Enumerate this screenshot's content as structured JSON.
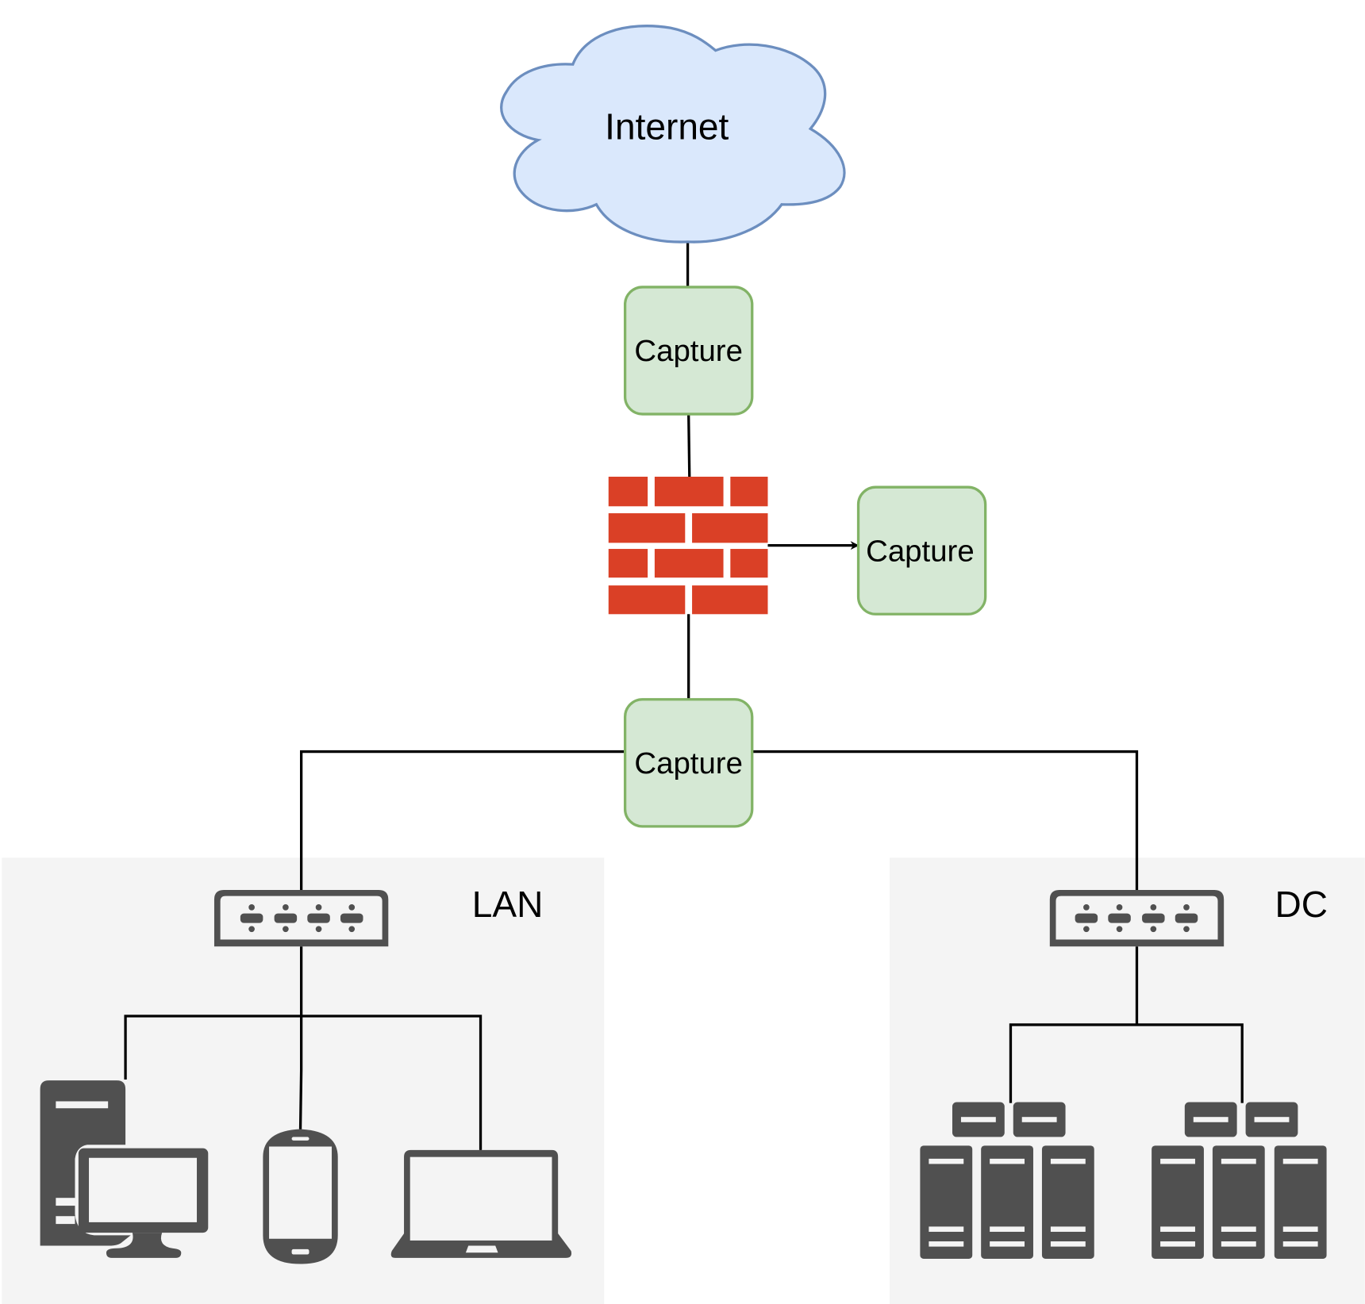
{
  "diagram": {
    "title": "Network traffic capture topology",
    "nodes": {
      "internet": {
        "label": "Internet",
        "fill": "#dae8fc",
        "stroke": "#6c8ebf"
      },
      "capture_top": {
        "label": "Capture",
        "fill": "#d5e8d4",
        "stroke": "#82b366"
      },
      "firewall": {
        "label": "",
        "color": "#da4026"
      },
      "capture_side": {
        "label": "Capture",
        "fill": "#d5e8d4",
        "stroke": "#82b366"
      },
      "capture_bottom": {
        "label": "Capture",
        "fill": "#d5e8d4",
        "stroke": "#82b366"
      }
    },
    "zones": [
      {
        "id": "lan",
        "label": "LAN",
        "devices": [
          "switch",
          "desktop-pc",
          "smartphone",
          "laptop"
        ]
      },
      {
        "id": "dc",
        "label": "DC",
        "devices": [
          "switch",
          "server-cluster",
          "server-cluster"
        ]
      }
    ],
    "edges": [
      {
        "from": "Internet",
        "to": "Capture (top)",
        "type": "line"
      },
      {
        "from": "Capture (top)",
        "to": "Firewall",
        "type": "line"
      },
      {
        "from": "Firewall",
        "to": "Capture (side)",
        "type": "arrow"
      },
      {
        "from": "Firewall",
        "to": "Capture (bottom)",
        "type": "line"
      },
      {
        "from": "Capture (bottom)",
        "to": "LAN switch",
        "type": "line"
      },
      {
        "from": "Capture (bottom)",
        "to": "DC switch",
        "type": "line"
      },
      {
        "from": "LAN switch",
        "to": "Desktop PC",
        "type": "line"
      },
      {
        "from": "LAN switch",
        "to": "Smartphone",
        "type": "line"
      },
      {
        "from": "LAN switch",
        "to": "Laptop",
        "type": "line"
      },
      {
        "from": "DC switch",
        "to": "Server cluster 1",
        "type": "line"
      },
      {
        "from": "DC switch",
        "to": "Server cluster 2",
        "type": "line"
      }
    ],
    "colors": {
      "zone_bg": "#f4f4f4",
      "device": "#505050",
      "wire": "#000000"
    }
  }
}
